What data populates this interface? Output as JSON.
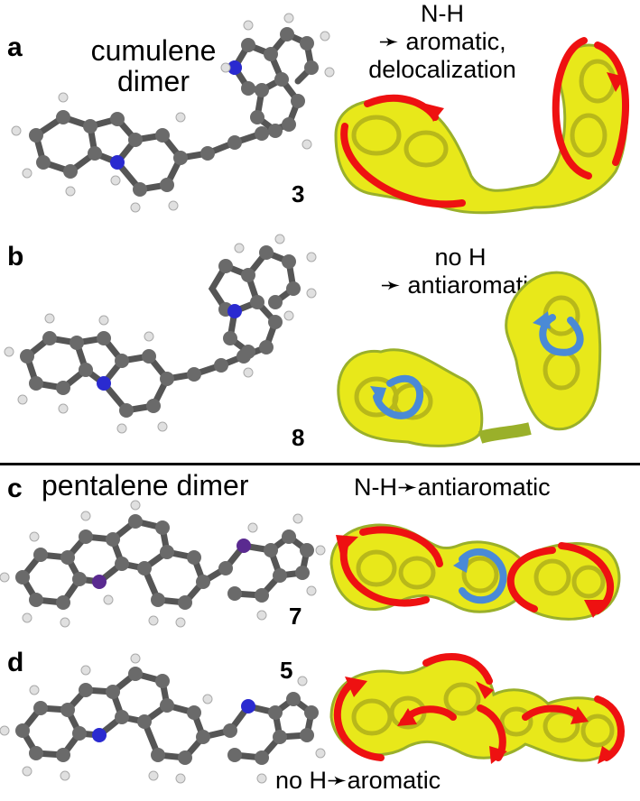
{
  "panels": [
    {
      "label": "a",
      "title": "cumulene dimer",
      "compound": "3",
      "note_lines": [
        "N-H",
        "aromatic,",
        "delocalization"
      ],
      "arrow_glyph": "➛"
    },
    {
      "label": "b",
      "title": "",
      "compound": "8",
      "note_lines": [
        "no H",
        "antiaromatic"
      ],
      "arrow_glyph": "➛"
    },
    {
      "label": "c",
      "title": "pentalene dimer",
      "compound": "7",
      "note_text": "N-H➛antiaromatic"
    },
    {
      "label": "d",
      "title": "",
      "compound": "5",
      "note_text": "no H➛aromatic"
    }
  ],
  "colors": {
    "carbon": "#5a5a5a",
    "hydrogen": "#dcdcdc",
    "nitrogen": "#2a2ad0",
    "density": "#e8e81a",
    "density_edge": "#9ab02a",
    "current_aromatic": "#ee1111",
    "current_antiaromatic": "#4a8ad6"
  }
}
